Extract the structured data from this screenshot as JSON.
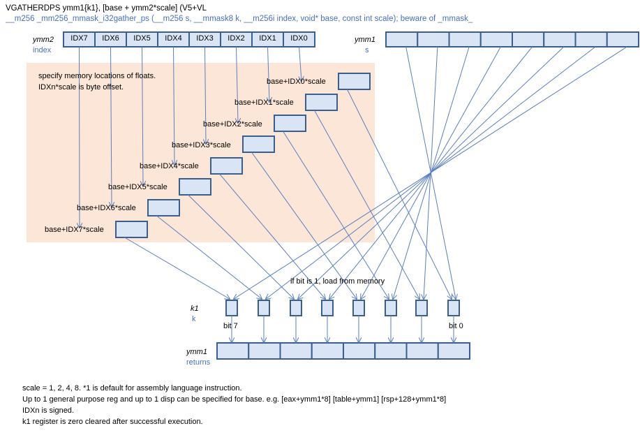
{
  "header": {
    "instr_line": "VGATHERDPS  ymm1{k1}, [base + ymm2*scale]      (V5+VL",
    "intrinsic_line": "__m256  _mm256_mmask_i32gather_ps  (__m256 s, __mmask8 k, __m256i index, void* base, const int scale);     beware of  _mmask_"
  },
  "ymm2": {
    "label": "ymm2",
    "sublabel": "index",
    "cells": [
      "IDX7",
      "IDX6",
      "IDX5",
      "IDX4",
      "IDX3",
      "IDX2",
      "IDX1",
      "IDX0"
    ]
  },
  "ymm1_src": {
    "label": "ymm1",
    "sublabel": "s"
  },
  "memory_region": {
    "note_line1": "specify memory  locations of floats.",
    "note_line2": "IDXn*scale is byte offset.",
    "addresses": [
      "base+IDX0*scale",
      "base+IDX1*scale",
      "base+IDX2*scale",
      "base+IDX3*scale",
      "base+IDX4*scale",
      "base+IDX5*scale",
      "base+IDX6*scale",
      "base+IDX7*scale"
    ]
  },
  "mask": {
    "label": "k1",
    "sublabel": "k",
    "caption": "if bit is 1, load from memory",
    "bit_high": "bit 7",
    "bit_low": "bit 0"
  },
  "ymm1_dst": {
    "label": "ymm1",
    "sublabel": "returns"
  },
  "notes": [
    "scale = 1, 2, 4, 8.   *1  is default for assembly language instruction.",
    "Up to  1 general purpose reg and up to 1 disp can be specified for base.  e.g.  [eax+ymm1*8]     [table+ymm1]    [rsp+128+ymm1*8]",
    "IDXn is signed.",
    "k1 register is zero cleared after successful execution."
  ],
  "colors": {
    "box_fill": "#d9e5f4",
    "box_stroke": "#3a5f8f",
    "arrow": "#5b7fc0",
    "region": "#fbe6d7",
    "label_blue": "#4a6fc0"
  }
}
